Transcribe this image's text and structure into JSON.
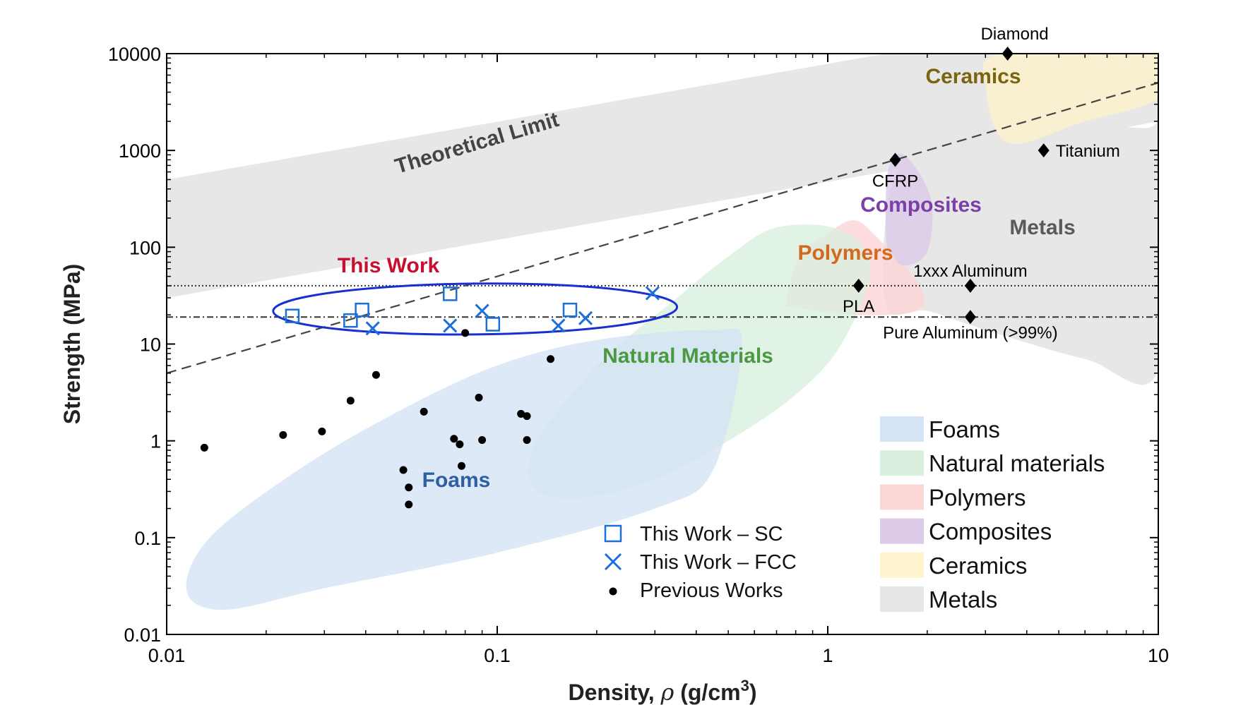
{
  "chart_data": {
    "type": "scatter",
    "x_scale": "log",
    "y_scale": "log",
    "xlim": [
      0.01,
      10
    ],
    "ylim": [
      0.01,
      10000
    ],
    "xlabel": "Density, ρ (g/cm³)",
    "xlabel_parts": {
      "prefix": "Density, ",
      "symbol": "ρ",
      "unit_open": " (g/cm",
      "unit_sup": "3",
      "unit_close": ")"
    },
    "ylabel": "Strength (MPa)",
    "x_ticks": [
      0.01,
      0.1,
      1,
      10
    ],
    "x_tick_labels": [
      "0.01",
      "0.1",
      "1",
      "10"
    ],
    "y_ticks": [
      0.01,
      0.1,
      1,
      10,
      100,
      1000,
      10000
    ],
    "y_tick_labels": [
      "0.01",
      "0.1",
      "1",
      "10",
      "100",
      "1000",
      "10000"
    ],
    "reference_lines": [
      {
        "style": "dotted",
        "y": 40
      },
      {
        "style": "dashdot",
        "y": 19
      },
      {
        "style": "dashed",
        "from": [
          0.01,
          5
        ],
        "to": [
          10,
          5000
        ]
      }
    ],
    "regions": [
      {
        "name": "Theoretical Limit",
        "label": "Theoretical Limit",
        "color": "#e6e6e6",
        "polygon": [
          [
            0.01,
            30
          ],
          [
            0.01,
            500
          ],
          [
            1.5,
            10000
          ],
          [
            10,
            10000
          ],
          [
            10,
            2000
          ],
          [
            3.2,
            950
          ]
        ]
      },
      {
        "name": "Metals",
        "label": "Metals",
        "color": "#e6e6e6",
        "polygon": [
          [
            1.5,
            25
          ],
          [
            1.55,
            400
          ],
          [
            2.0,
            1000
          ],
          [
            3.5,
            1800
          ],
          [
            9,
            1700
          ],
          [
            10,
            1500
          ],
          [
            10,
            5.5
          ],
          [
            6,
            7
          ],
          [
            3,
            14
          ],
          [
            2,
            22
          ]
        ]
      },
      {
        "name": "Ceramics",
        "label": "Ceramics",
        "color": "#fdf3cc",
        "polygon": [
          [
            3.0,
            5000
          ],
          [
            3.4,
            10000
          ],
          [
            10,
            10000
          ],
          [
            10,
            3500
          ],
          [
            6,
            2000
          ],
          [
            3.5,
            1200
          ]
        ]
      },
      {
        "name": "Polymers",
        "label": "Polymers",
        "color": "#fcd5d5",
        "polygon": [
          [
            0.75,
            28
          ],
          [
            0.82,
            80
          ],
          [
            1.0,
            140
          ],
          [
            1.2,
            190
          ],
          [
            1.4,
            130
          ],
          [
            1.9,
            40
          ],
          [
            1.85,
            22
          ],
          [
            1.2,
            20
          ],
          [
            0.8,
            24
          ]
        ]
      },
      {
        "name": "Composites",
        "label": "Composites",
        "color": "#dccbe8",
        "polygon": [
          [
            1.5,
            130
          ],
          [
            1.52,
            600
          ],
          [
            1.7,
            900
          ],
          [
            2.05,
            320
          ],
          [
            2.0,
            90
          ],
          [
            1.7,
            65
          ],
          [
            1.55,
            90
          ]
        ]
      },
      {
        "name": "Natural Materials",
        "label": "Natural Materials",
        "color": "#daf0df",
        "polygon": [
          [
            0.13,
            0.32
          ],
          [
            0.13,
            0.9
          ],
          [
            0.2,
            6
          ],
          [
            0.35,
            30
          ],
          [
            0.5,
            80
          ],
          [
            0.7,
            160
          ],
          [
            1.1,
            150
          ],
          [
            1.35,
            60
          ],
          [
            1.1,
            10
          ],
          [
            0.8,
            3
          ],
          [
            0.5,
            1
          ],
          [
            0.3,
            0.4
          ],
          [
            0.18,
            0.26
          ]
        ]
      },
      {
        "name": "Foams",
        "label": "Foams",
        "color": "#d5e4f5",
        "polygon": [
          [
            0.0115,
            0.028
          ],
          [
            0.0135,
            0.1
          ],
          [
            0.025,
            0.5
          ],
          [
            0.05,
            2
          ],
          [
            0.1,
            6
          ],
          [
            0.2,
            11
          ],
          [
            0.45,
            14
          ],
          [
            0.55,
            10
          ],
          [
            0.45,
            0.5
          ],
          [
            0.3,
            0.2
          ],
          [
            0.1,
            0.07
          ],
          [
            0.03,
            0.03
          ],
          [
            0.015,
            0.018
          ]
        ]
      }
    ],
    "this_work_ellipse_label": "This Work",
    "series": [
      {
        "name": "This Work – SC",
        "marker": "square",
        "color": "#1a6fd8",
        "points": [
          [
            0.024,
            19.5
          ],
          [
            0.036,
            17.5
          ],
          [
            0.039,
            22.5
          ],
          [
            0.072,
            33
          ],
          [
            0.097,
            16
          ],
          [
            0.166,
            22.5
          ]
        ]
      },
      {
        "name": "This Work – FCC",
        "marker": "x",
        "color": "#1a6fd8",
        "points": [
          [
            0.042,
            14.5
          ],
          [
            0.072,
            15.5
          ],
          [
            0.09,
            22
          ],
          [
            0.153,
            15.5
          ],
          [
            0.185,
            18.5
          ],
          [
            0.295,
            33.5
          ]
        ]
      },
      {
        "name": "Previous Works",
        "marker": "dot",
        "color": "#000000",
        "points": [
          [
            0.013,
            0.85
          ],
          [
            0.0225,
            1.15
          ],
          [
            0.0295,
            1.25
          ],
          [
            0.036,
            2.6
          ],
          [
            0.043,
            4.8
          ],
          [
            0.052,
            0.5
          ],
          [
            0.054,
            0.33
          ],
          [
            0.054,
            0.22
          ],
          [
            0.06,
            2.0
          ],
          [
            0.074,
            1.05
          ],
          [
            0.077,
            0.92
          ],
          [
            0.078,
            0.55
          ],
          [
            0.08,
            13
          ],
          [
            0.088,
            2.8
          ],
          [
            0.09,
            1.02
          ],
          [
            0.118,
            1.9
          ],
          [
            0.123,
            1.8
          ],
          [
            0.123,
            1.02
          ],
          [
            0.145,
            7
          ]
        ]
      }
    ],
    "materials": [
      {
        "name": "Diamond",
        "x": 3.5,
        "y": 10000
      },
      {
        "name": "Titanium",
        "x": 4.5,
        "y": 1000
      },
      {
        "name": "CFRP",
        "x": 1.6,
        "y": 800
      },
      {
        "name": "PLA",
        "x": 1.24,
        "y": 40
      },
      {
        "name": "1xxx Aluminum",
        "x": 2.7,
        "y": 40
      },
      {
        "name": "Pure Aluminum (>99%)",
        "x": 2.7,
        "y": 19
      }
    ],
    "legend_markers": [
      "This Work – SC",
      "This Work – FCC",
      "Previous Works"
    ],
    "legend_regions": [
      {
        "label": "Foams",
        "color": "#d5e4f5"
      },
      {
        "label": "Natural materials",
        "color": "#daf0df"
      },
      {
        "label": "Polymers",
        "color": "#fcd5d5"
      },
      {
        "label": "Composites",
        "color": "#dccbe8"
      },
      {
        "label": "Ceramics",
        "color": "#fdf3cc"
      },
      {
        "label": "Metals",
        "color": "#e6e6e6"
      }
    ],
    "label_colors": {
      "Theoretical Limit": "#444444",
      "Metals": "#5a5a5a",
      "Ceramics": "#7a6410",
      "Polymers": "#d2691e",
      "Composites": "#7a3fa8",
      "Natural Materials": "#4b9a42",
      "Foams": "#2f5fa3",
      "This Work": "#c8102e",
      "ellipse": "#1a2fd0"
    }
  }
}
